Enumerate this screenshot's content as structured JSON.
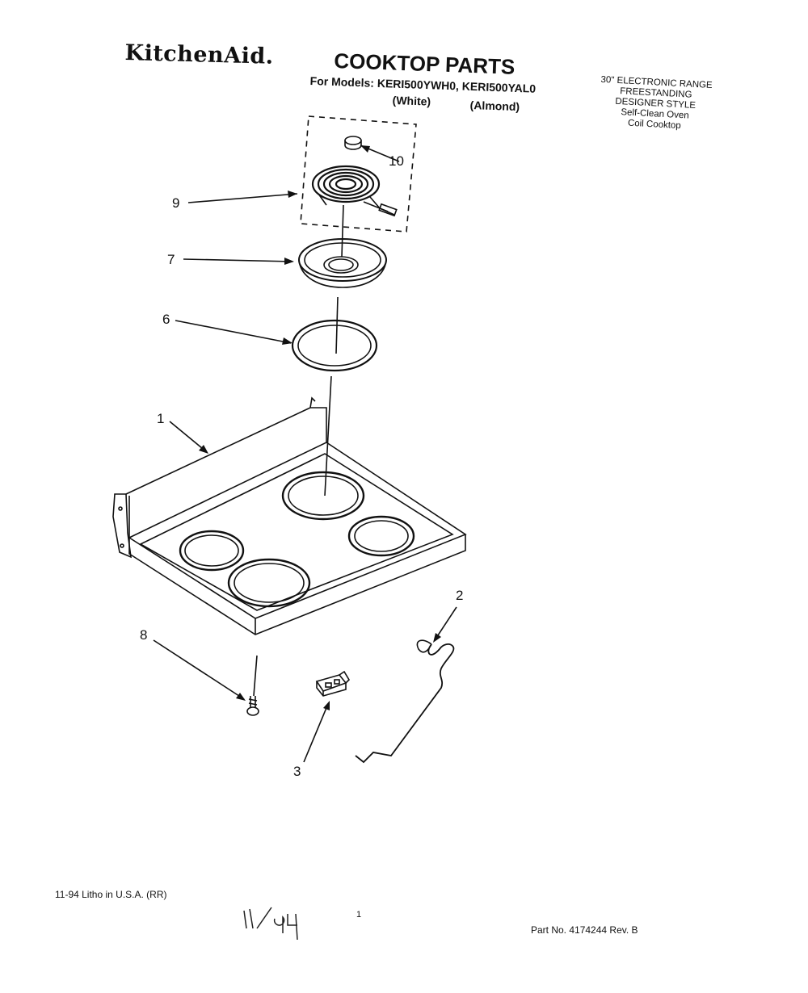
{
  "header": {
    "brand": "KitchenAid.",
    "title": "COOKTOP PARTS",
    "models_line": "For Models: KERI500YWH0, KERI500YAL0",
    "color_white": "(White)",
    "color_almond": "(Almond)"
  },
  "description": [
    "30\" ELECTRONIC RANGE",
    "FREESTANDING",
    "DESIGNER STYLE",
    "Self-Clean Oven",
    "Coil Cooktop"
  ],
  "callouts": [
    "10",
    "9",
    "7",
    "6",
    "1",
    "2",
    "8",
    "3"
  ],
  "footer": {
    "litho": "11-94 Litho in U.S.A. (RR)",
    "page_number": "1",
    "part_number": "Part No. 4174244 Rev. B"
  }
}
